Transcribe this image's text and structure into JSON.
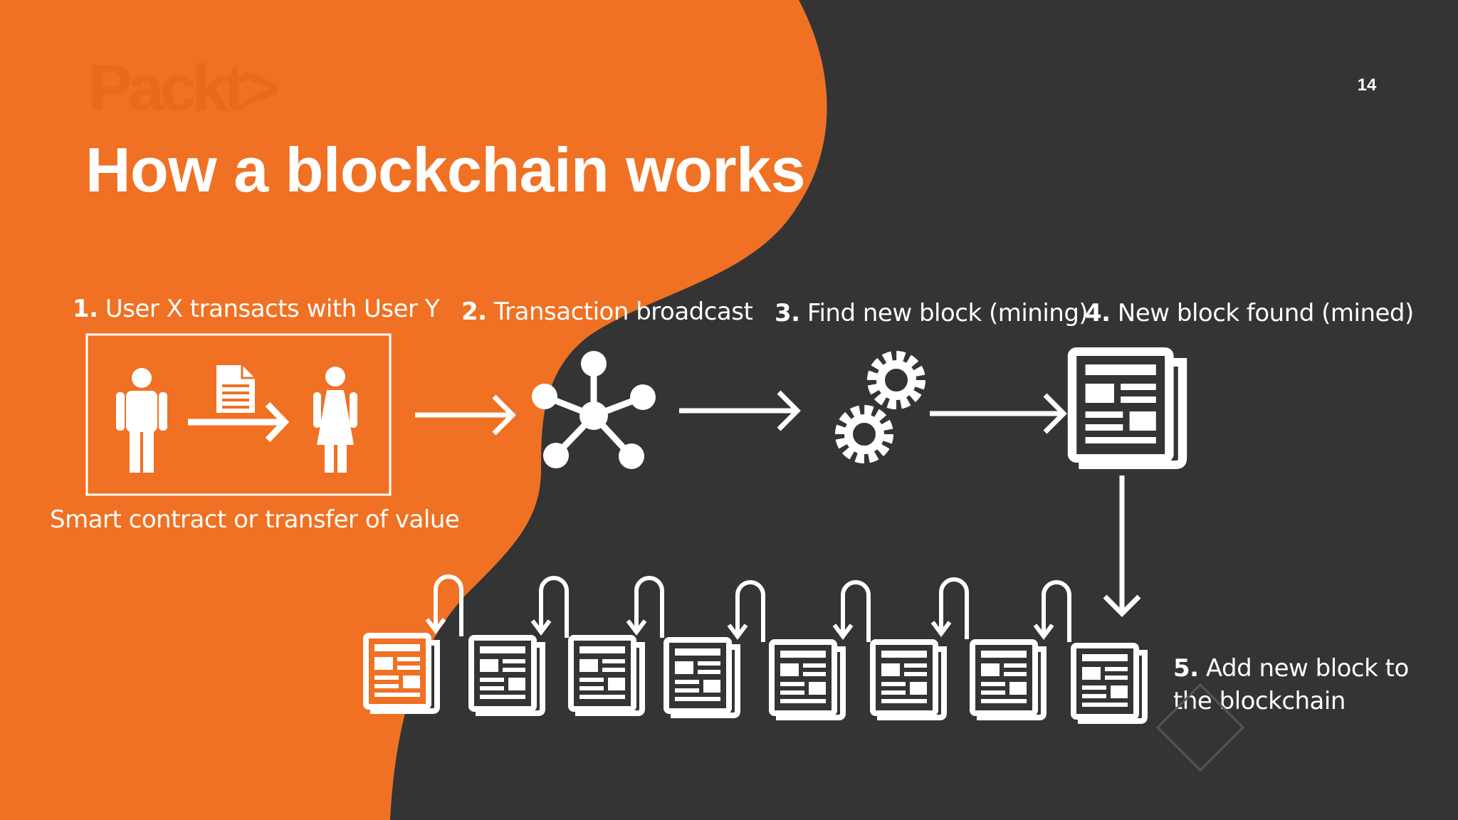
{
  "brand": {
    "logo_text": "Packt>"
  },
  "slide": {
    "title": "How a blockchain works",
    "page_number": "14"
  },
  "steps": {
    "step1": {
      "num": "1.",
      "text": "User X transacts with User Y"
    },
    "step1_caption": "Smart contract or transfer of value",
    "step2": {
      "num": "2.",
      "text": "Transaction broadcast"
    },
    "step3": {
      "num": "3.",
      "text": "Find new block (mining)"
    },
    "step4": {
      "num": "4.",
      "text": "New block found (mined)"
    },
    "step5": {
      "num": "5.",
      "line1": "Add new block to",
      "line2": "the blockchain"
    }
  },
  "icons": [
    "man-icon",
    "document-icon",
    "woman-icon",
    "network-icon",
    "gears-icon",
    "newspaper-icon"
  ],
  "colors": {
    "orange": "#f07123",
    "dark": "#343434",
    "text": "#ffffff"
  },
  "chain": {
    "block_count": 8,
    "highlighted_block": 1
  }
}
